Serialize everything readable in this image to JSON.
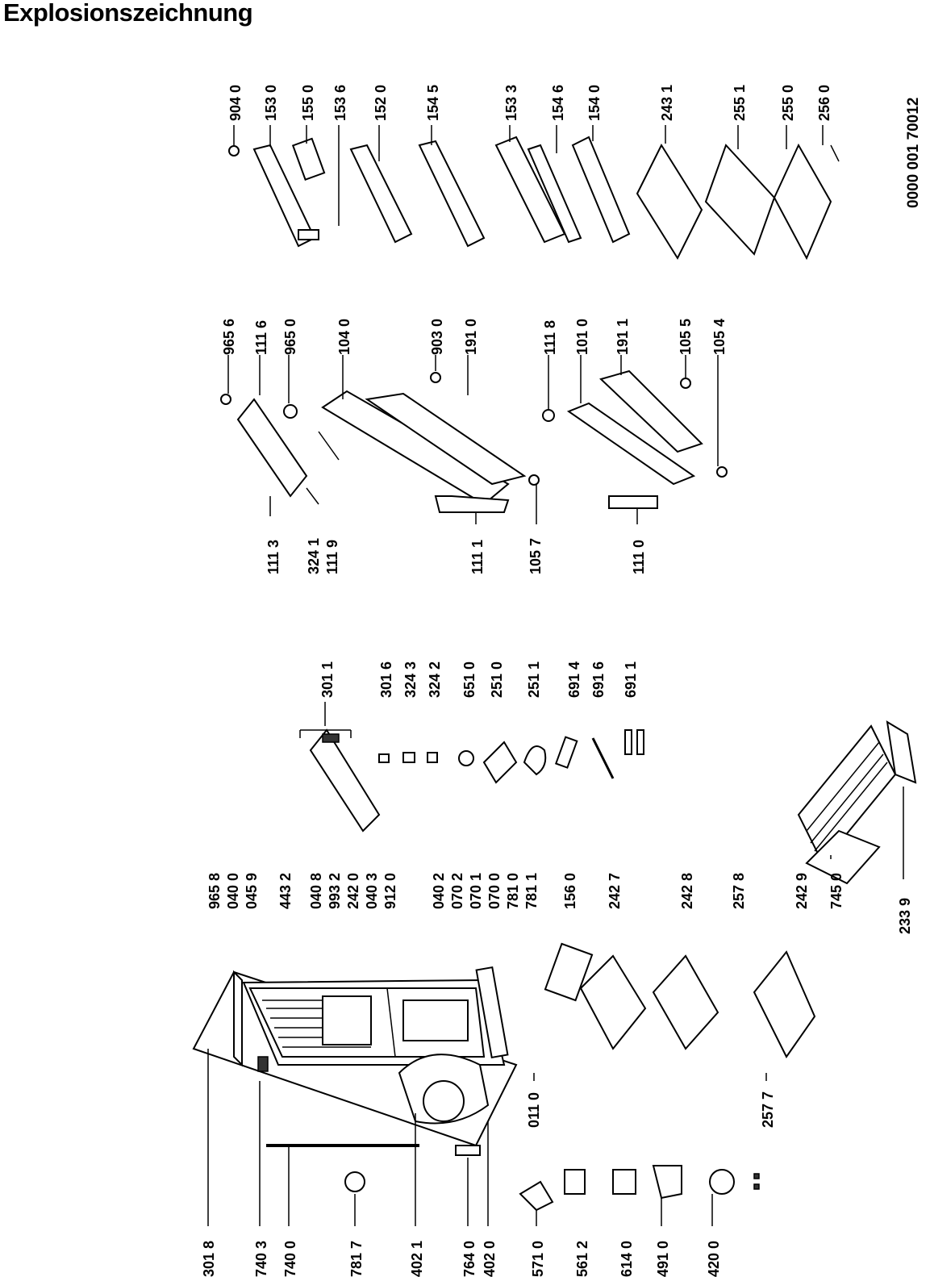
{
  "title": "Explosionszeichnung",
  "document_number": "0000 001 70012",
  "parts": [
    "301 8",
    "740 3",
    "740 0",
    "781 7",
    "402 1",
    "764 0",
    "402 0",
    "571 0",
    "561 2",
    "614 0",
    "491 0",
    "420 0",
    "011 0",
    "257 7",
    "965 8",
    "040 0",
    "045 9",
    "443 2",
    "040 8",
    "993 2",
    "242 0",
    "040 3",
    "912 0",
    "040 2",
    "070 2",
    "070 1",
    "070 0",
    "781 0",
    "781 1",
    "156 0",
    "242 7",
    "242 8",
    "257 8",
    "242 9",
    "745 0",
    "233 9",
    "301 1",
    "301 6",
    "324 3",
    "324 2",
    "651 0",
    "251 0",
    "251 1",
    "691 4",
    "691 6",
    "691 1",
    "111 3",
    "324 1",
    "111 9",
    "111 1",
    "105 7",
    "111 0",
    "965 6",
    "111 6",
    "965 0",
    "104 0",
    "903 0",
    "191 0",
    "111 8",
    "101 0",
    "191 1",
    "105 5",
    "105 4",
    "904 0",
    "153 0",
    "155 0",
    "153 6",
    "152 0",
    "154 5",
    "153 3",
    "154 6",
    "154 0",
    "243 1",
    "255 1",
    "255 0",
    "256 0"
  ]
}
